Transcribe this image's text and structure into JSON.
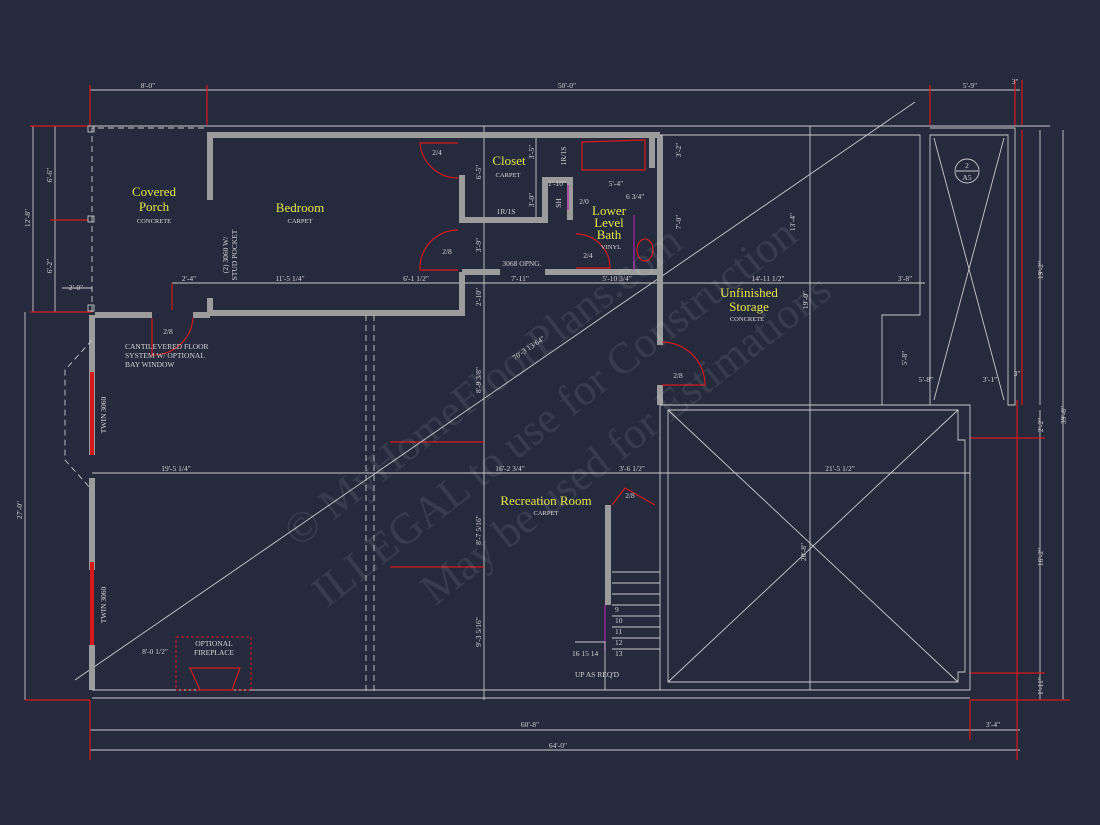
{
  "colors": {
    "background": "#252a3d",
    "room_label": "#e6e64a",
    "dimension_mark": "#d51a1a",
    "line": "#c9c9c9",
    "wall": "#9c9c9c"
  },
  "rooms": [
    {
      "name": "Covered",
      "name2": "Porch",
      "material": "CONCRETE"
    },
    {
      "name": "Bedroom",
      "material": "CARPET"
    },
    {
      "name": "Closet",
      "material": "CARPET"
    },
    {
      "name": "Lower",
      "name2": "Level",
      "name3": "Bath",
      "material": "VINYL"
    },
    {
      "name": "Unfinished",
      "name2": "Storage",
      "material": "CONCRETE"
    },
    {
      "name": "Recreation  Room",
      "material": "CARPET"
    }
  ],
  "dimensions": {
    "top_8_0": "8'-0\"",
    "top_50_0": "50'-0\"",
    "top_5_9": "5'-9\"",
    "top_3": "3\"",
    "left_12_8": "12'-8\"",
    "left_6_6": "6'-6\"",
    "left_6_2": "6'-2\"",
    "left_2_0": "2'-0\"",
    "left_27_0": "27'-0\"",
    "d_2_4": "2'-4\"",
    "d_11_5_14": "11'-5 1/4\"",
    "d_6_1_12": "6'-1 1/2\"",
    "d_7_11": "7'-11\"",
    "d_5_10_34": "5'-10 3/4\"",
    "d_14_11_12": "14'-11 1/2\"",
    "d_3_8": "3'-8\"",
    "d_6_5": "6'-5\"",
    "d_3_9": "3'-9\"",
    "d_2_10": "2'-10\"",
    "d_3_5": "3'-5\"",
    "d_3_0": "3'-0\"",
    "d_1_10": "1'-10\"",
    "d_5_4": "5'-4\"",
    "d_6_34": "6 3/4\"",
    "d_3_2": "3'-2\"",
    "d_7_0": "7'-0\"",
    "d_13_4": "13'-4\"",
    "d_19_0": "19'-0\"",
    "d_5_8a": "5'-8\"",
    "d_5_8b": "5'-8\"",
    "d_3_1": "3'-1\"",
    "d_3b": "3\"",
    "d_19_2": "19'-2\"",
    "d_39_8": "39'-8\"",
    "d_2_2": "2'-2\"",
    "d_16_2": "16'-2\"",
    "d_1_11": "1'-11\"",
    "d_8_9_38": "8'-9 3/8\"",
    "d_70_3": "70'-3 13/64\"",
    "d_8_7_516": "8'-7 5/16\"",
    "d_9_3_516": "9'-3 5/16\"",
    "d_19_5_14": "19'-5 1/4\"",
    "d_16_2_34": "16'-2 3/4\"",
    "d_3_6_12": "3'-6 1/2\"",
    "d_21_5_12": "21'-5 1/2\"",
    "d_20_8": "20'-8\"",
    "d_8_0_12": "8'-0 1/2\"",
    "bottom_60_8": "60'-8\"",
    "bottom_64_0": "64'-0\"",
    "bottom_3_4": "3'-4\""
  },
  "labels": {
    "door_2_4a": "2/4",
    "door_2_8a": "2/8",
    "door_2_8b": "2/8",
    "door_2_0": "2/0",
    "door_2_4b": "2/4",
    "door_2_8c": "2/8",
    "door_2_8d": "2/8",
    "shelf_1": "1R/1S",
    "shelf_2": "1R/1S",
    "sh": "SH",
    "opening": "3068 OPNG.",
    "stud_pocket_1": "(2) 3060 W/",
    "stud_pocket_2": "STUD POCKET",
    "cantilever_1": "CANTILEVERED FLOOR",
    "cantilever_2": "SYSTEM W/ OPTIONAL",
    "cantilever_3": "BAY WINDOW",
    "twin_1": "TWIN 3060",
    "twin_2": "TWIN 3060",
    "fireplace_1": "OPTIONAL",
    "fireplace_2": "FIREPLACE",
    "stairs": [
      "9",
      "10",
      "11",
      "12",
      "13"
    ],
    "stairs_lower": "16 15 14",
    "stairs_note": "UP AS REQ'D",
    "section_num": "2",
    "section_sheet": "A5"
  },
  "watermark": [
    "© MyHomeFloorPlans.com",
    "ILLEGAL to use for Construction",
    "May be used for Estimations"
  ]
}
